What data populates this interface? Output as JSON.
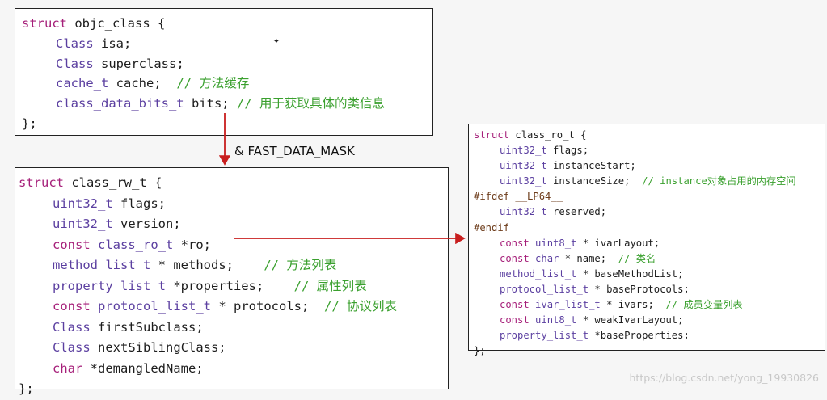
{
  "objc_class": {
    "header": "struct objc_class {",
    "isa": {
      "type": "Class",
      "name": " isa;"
    },
    "superclass": {
      "type": "Class",
      "name": " superclass;"
    },
    "cache": {
      "type": "cache_t",
      "name": " cache;",
      "comment": "// 方法缓存"
    },
    "bits": {
      "type": "class_data_bits_t",
      "name": " bits;",
      "comment": "// 用于获取具体的类信息"
    },
    "footer": "};"
  },
  "arrow_label": "& FAST_DATA_MASK",
  "class_rw_t": {
    "header": "struct class_rw_t {",
    "flags": {
      "type": "uint32_t",
      "name": " flags;"
    },
    "version": {
      "type": "uint32_t",
      "name": " version;"
    },
    "ro": {
      "kw": "const",
      "type": "class_ro_t",
      "name": " *ro;"
    },
    "methods": {
      "type": "method_list_t",
      "name": " * methods;",
      "comment": "// 方法列表"
    },
    "properties": {
      "type": "property_list_t",
      "name": " *properties;",
      "comment": "// 属性列表"
    },
    "protocols": {
      "kw": "const",
      "type": "protocol_list_t",
      "name": " * protocols;",
      "comment": "// 协议列表"
    },
    "firstSubclass": {
      "type": "Class",
      "name": " firstSubclass;"
    },
    "nextSiblingClass": {
      "type": "Class",
      "name": " nextSiblingClass;"
    },
    "demangledName": {
      "type": "char",
      "name": " *demangledName;"
    },
    "footer": "};"
  },
  "class_ro_t": {
    "header": "struct class_ro_t {",
    "flags": {
      "type": "uint32_t",
      "name": " flags;"
    },
    "instanceStart": {
      "type": "uint32_t",
      "name": " instanceStart;"
    },
    "instanceSize": {
      "type": "uint32_t",
      "name": " instanceSize;",
      "comment": "// instance对象占用的内存空间"
    },
    "ifdef": "#ifdef __LP64__",
    "reserved": {
      "type": "uint32_t",
      "name": " reserved;"
    },
    "endif": "#endif",
    "ivarLayout": {
      "kw": "const",
      "type": "uint8_t",
      "name": " * ivarLayout;"
    },
    "name": {
      "kw": "const",
      "type": "char",
      "name": " * name;",
      "comment": "// 类名"
    },
    "baseMethodList": {
      "type": "method_list_t",
      "name": " * baseMethodList;"
    },
    "baseProtocols": {
      "type": "protocol_list_t",
      "name": " * baseProtocols;"
    },
    "ivars": {
      "kw": "const",
      "type": "ivar_list_t",
      "name": " * ivars;",
      "comment": "// 成员变量列表"
    },
    "weakIvarLayout": {
      "kw": "const",
      "type": "uint8_t",
      "name": " * weakIvarLayout;"
    },
    "baseProperties": {
      "type": "property_list_t",
      "name": " *baseProperties;"
    },
    "footer": "};"
  },
  "watermark": "https://blog.csdn.net/yong_19930826",
  "colors": {
    "arrow": "#c81e1e",
    "keyword": "#a6207a",
    "type": "#5b3fa0",
    "comment": "#3aa02e"
  }
}
